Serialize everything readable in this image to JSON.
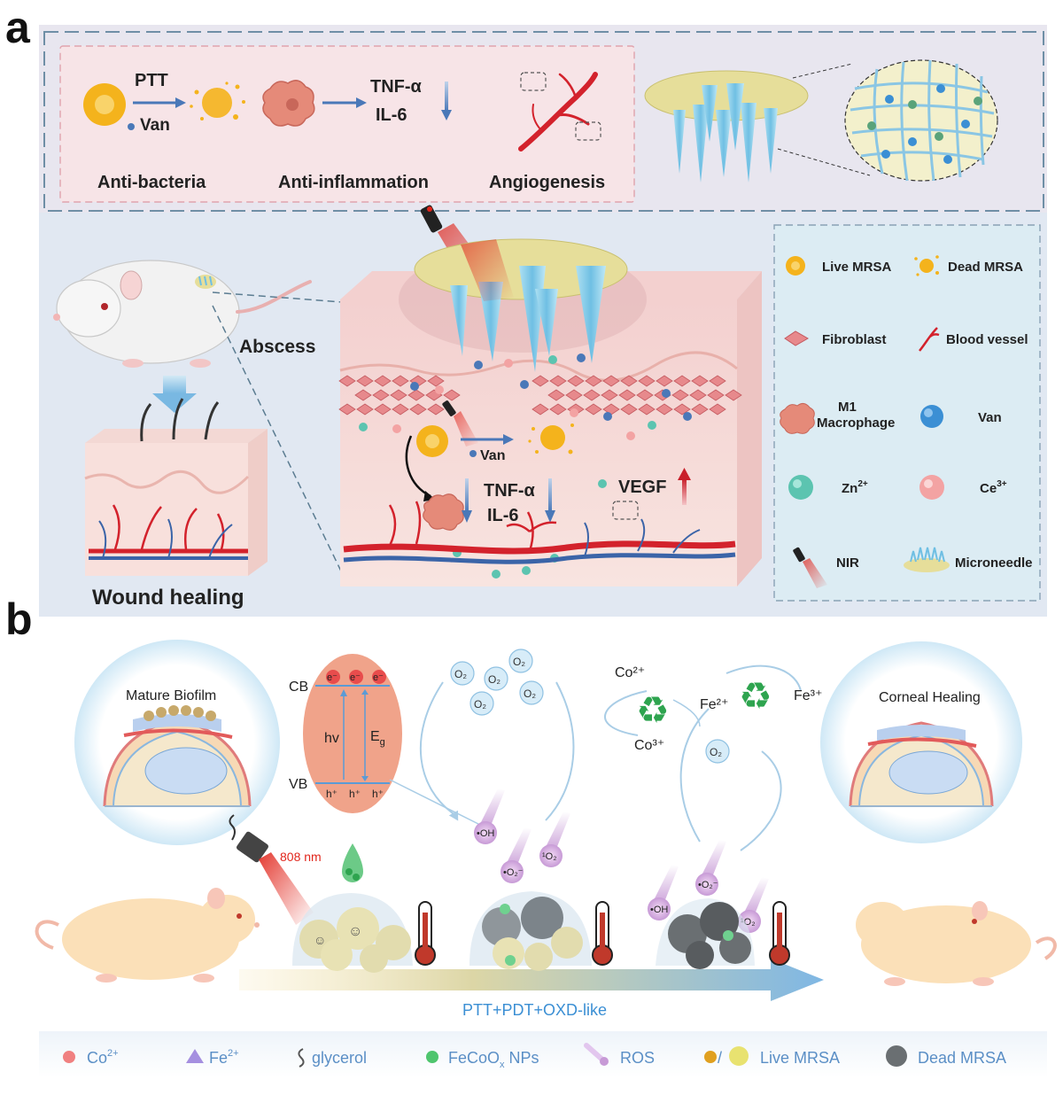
{
  "panel_a": {
    "letter": "a",
    "top": {
      "ptt": "PTT",
      "van": "Van",
      "tnf": "TNF-α",
      "il6": "IL-6",
      "anti_bacteria": "Anti-bacteria",
      "anti_inflammation": "Anti-inflammation",
      "angiogenesis": "Angiogenesis"
    },
    "main": {
      "abscess": "Abscess",
      "wound_healing": "Wound healing",
      "van": "Van",
      "tnf": "TNF-α",
      "il6": "IL-6",
      "vegf": "VEGF"
    },
    "legend": {
      "live_mrsa": "Live MRSA",
      "dead_mrsa": "Dead MRSA",
      "fibroblast": "Fibroblast",
      "blood_vessel": "Blood vessel",
      "m1_line1": "M1",
      "m1_line2": "Macrophage",
      "van": "Van",
      "zn": "Zn",
      "zn_sup": "2+",
      "ce": "Ce",
      "ce_sup": "3+",
      "nir": "NIR",
      "microneedle": "Microneedle"
    }
  },
  "panel_b": {
    "letter": "b",
    "mature_biofilm": "Mature Biofilm",
    "corneal_healing": "Corneal Healing",
    "cb": "CB",
    "vb": "VB",
    "hv": "hv",
    "eg": "E",
    "eg_sub": "g",
    "electron": "e⁻",
    "hole": "h⁺",
    "o2": "O₂",
    "co2": "Co²⁺",
    "co3": "Co³⁺",
    "fe2": "Fe²⁺",
    "fe3": "Fe³⁺",
    "oh": "•OH",
    "o2_radical": "•O₂⁻",
    "singlet_o2": "¹O₂",
    "nm808": "808 nm",
    "process": "PTT+PDT+OXD-like",
    "legend": {
      "co": "Co",
      "co_sup": "2+",
      "fe": "Fe",
      "fe_sup": "2+",
      "glycerol": "glycerol",
      "fecoo": "FeCoO",
      "fecoo_sub": "x",
      "fecoo_tail": " NPs",
      "ros": "ROS",
      "live": "Live MRSA",
      "dead": "Dead MRSA"
    }
  },
  "colors": {
    "panel_a_bg": "#e6e3ee",
    "pink_box": "#f8e4e8",
    "legend_box": "#dcecf3",
    "ptt_arrow": "#4a78b8",
    "vessel_red": "#d3222c",
    "vessel_blue": "#3b64a8",
    "mrsa_yellow": "#f4b31c",
    "needle_blue": "#8fd0ea",
    "patch_yellow": "#e9e2a0",
    "vegf_red": "#c91f2a",
    "laser_red": "#e1251b",
    "process_blue": "#3b8fd4",
    "recycle_green": "#2ea44f"
  }
}
